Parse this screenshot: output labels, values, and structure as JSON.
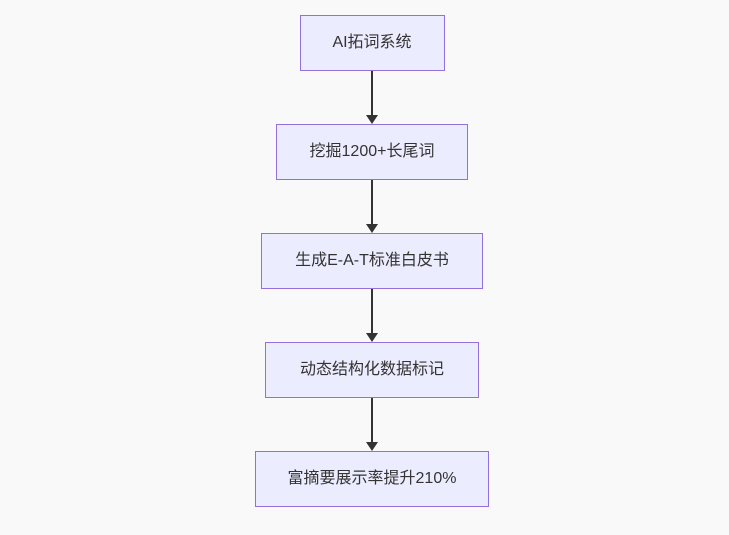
{
  "diagram": {
    "type": "flowchart",
    "direction": "top-down",
    "colors": {
      "background": "#f9f9f9",
      "node_fill": "#ECECFF",
      "node_border": "#9370DB",
      "text": "#333333",
      "arrow": "#333333"
    },
    "nodes": [
      {
        "id": "n1",
        "label": "AI拓词系统"
      },
      {
        "id": "n2",
        "label": "挖掘1200+长尾词"
      },
      {
        "id": "n3",
        "label": "生成E-A-T标准白皮书"
      },
      {
        "id": "n4",
        "label": "动态结构化数据标记"
      },
      {
        "id": "n5",
        "label": "富摘要展示率提升210%"
      }
    ],
    "edges": [
      {
        "from": "n1",
        "to": "n2"
      },
      {
        "from": "n2",
        "to": "n3"
      },
      {
        "from": "n3",
        "to": "n4"
      },
      {
        "from": "n4",
        "to": "n5"
      }
    ]
  }
}
